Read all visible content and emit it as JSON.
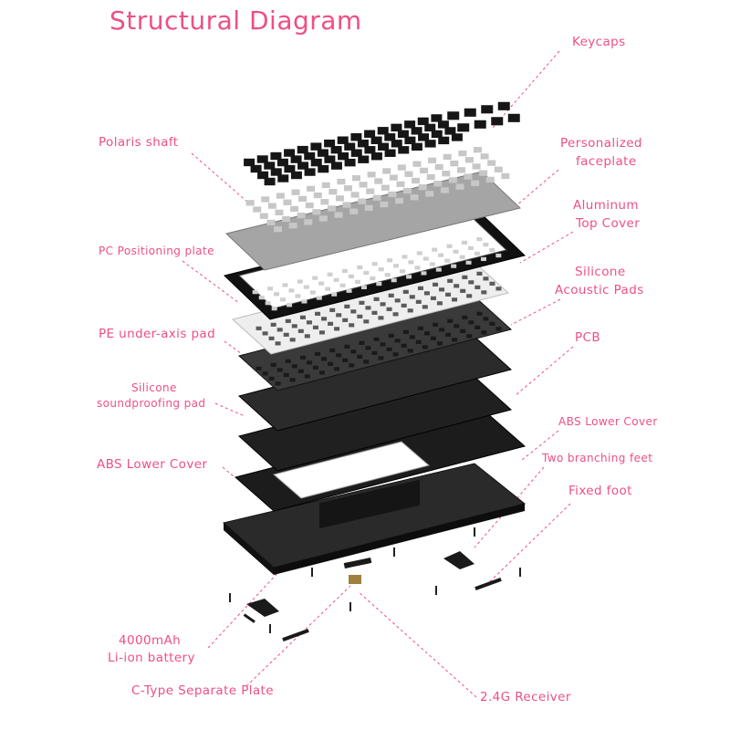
{
  "title": "Structural Diagram",
  "colors": {
    "accent": "#ee4f86",
    "dark": "#1c1c1c",
    "metal": "#a5a5a5",
    "white_plate": "#eeeeee",
    "pcb": "#2b2b2b"
  },
  "labels": {
    "keycaps": "Keycaps",
    "polaris_shaft": "Polaris shaft",
    "faceplate_1": "Personalized",
    "faceplate_2": "faceplate",
    "aluminum_1": "Aluminum",
    "aluminum_2": "Top Cover",
    "pc_plate": "PC Positioning plate",
    "silicone_pads_1": "Silicone",
    "silicone_pads_2": "Acoustic Pads",
    "pe_pad": "PE under-axis pad",
    "pcb": "PCB",
    "soundproof_1": "Silicone",
    "soundproof_2": "soundproofing pad",
    "abs_lower_right": "ABS Lower Cover",
    "two_feet": "Two branching feet",
    "abs_lower_left": "ABS Lower Cover",
    "fixed_foot": "Fixed foot",
    "battery_1": "4000mAh",
    "battery_2": "Li-ion battery",
    "ctype": "C-Type Separate Plate",
    "receiver": "2.4G Receiver"
  }
}
